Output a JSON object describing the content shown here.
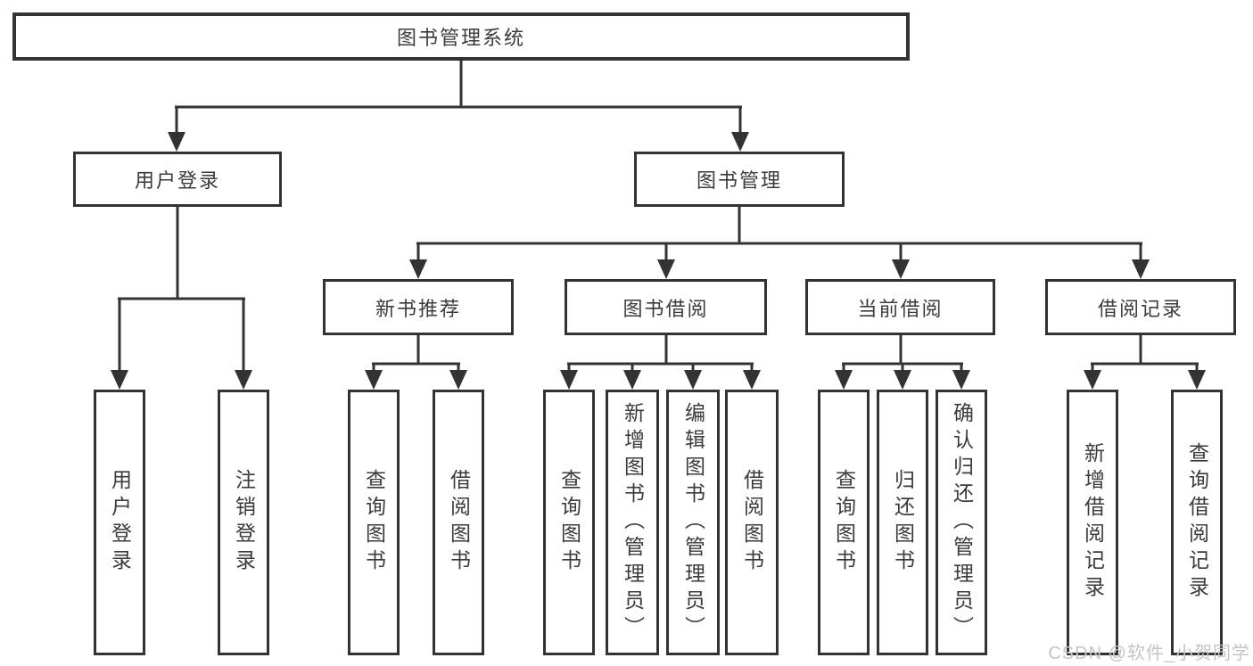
{
  "diagram": {
    "type": "hierarchy-tree",
    "colors": {
      "line": "#333333",
      "border": "#333333",
      "text": "#3b3b3b",
      "background": "#ffffff",
      "watermark": "#c8c3c3"
    },
    "tree": {
      "label": "图书管理系统",
      "children": [
        {
          "label": "用户登录",
          "children": [
            {
              "label": "用户登录"
            },
            {
              "label": "注销登录"
            }
          ]
        },
        {
          "label": "图书管理",
          "children": [
            {
              "label": "新书推荐",
              "children": [
                {
                  "label": "查询图书"
                },
                {
                  "label": "借阅图书"
                }
              ]
            },
            {
              "label": "图书借阅",
              "children": [
                {
                  "label": "查询图书"
                },
                {
                  "label": "新增图书（管理员）"
                },
                {
                  "label": "编辑图书（管理员）"
                },
                {
                  "label": "借阅图书"
                }
              ]
            },
            {
              "label": "当前借阅",
              "children": [
                {
                  "label": "查询图书"
                },
                {
                  "label": "归还图书"
                },
                {
                  "label": "确认归还（管理员）"
                }
              ]
            },
            {
              "label": "借阅记录",
              "children": [
                {
                  "label": "新增借阅记录"
                },
                {
                  "label": "查询借阅记录"
                }
              ]
            }
          ]
        }
      ]
    }
  },
  "watermark": {
    "text": "CSDN @软件_小贺同学"
  }
}
